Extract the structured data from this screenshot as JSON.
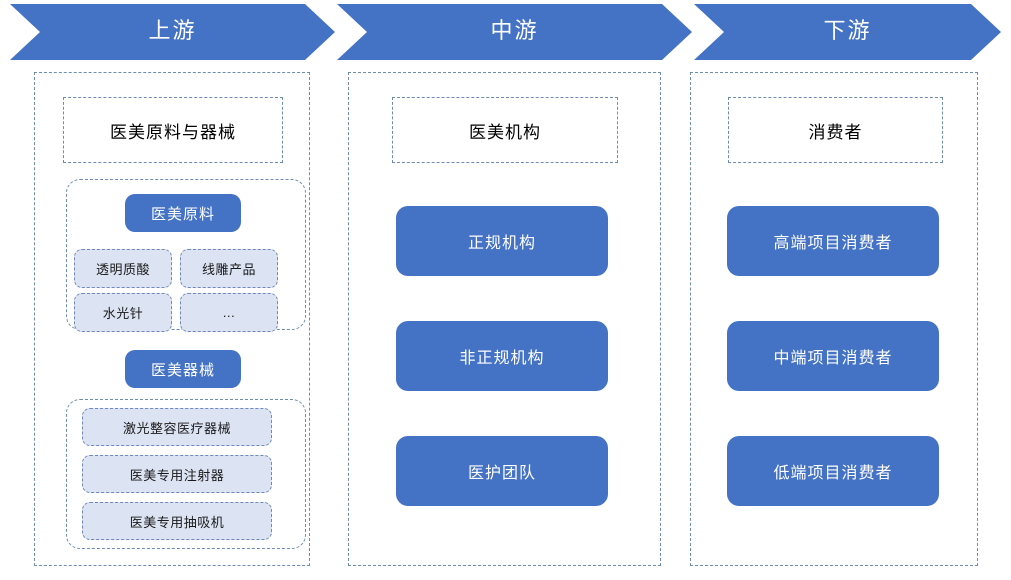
{
  "theme": {
    "accent_blue": "#4472C4",
    "light_blue_fill": "#DCE3F2",
    "dashed_border": "#6E8CB0",
    "background": "#FFFFFF"
  },
  "banner": {
    "segments": [
      {
        "label": "上游"
      },
      {
        "label": "中游"
      },
      {
        "label": "下游"
      }
    ]
  },
  "columns": {
    "upstream": {
      "header": "医美原料与器械",
      "groups": [
        {
          "title": "医美原料",
          "items": [
            {
              "label": "透明质酸"
            },
            {
              "label": "线雕产品"
            },
            {
              "label": "水光针"
            },
            {
              "label": "…"
            }
          ]
        },
        {
          "title": "医美器械",
          "items": [
            {
              "label": "激光整容医疗器械"
            },
            {
              "label": "医美专用注射器"
            },
            {
              "label": "医美专用抽吸机"
            }
          ]
        }
      ]
    },
    "midstream": {
      "header": "医美机构",
      "cards": [
        {
          "label": "正规机构"
        },
        {
          "label": "非正规机构"
        },
        {
          "label": "医护团队"
        }
      ]
    },
    "downstream": {
      "header": "消费者",
      "cards": [
        {
          "label": "高端项目消费者"
        },
        {
          "label": "中端项目消费者"
        },
        {
          "label": "低端项目消费者"
        }
      ]
    }
  }
}
